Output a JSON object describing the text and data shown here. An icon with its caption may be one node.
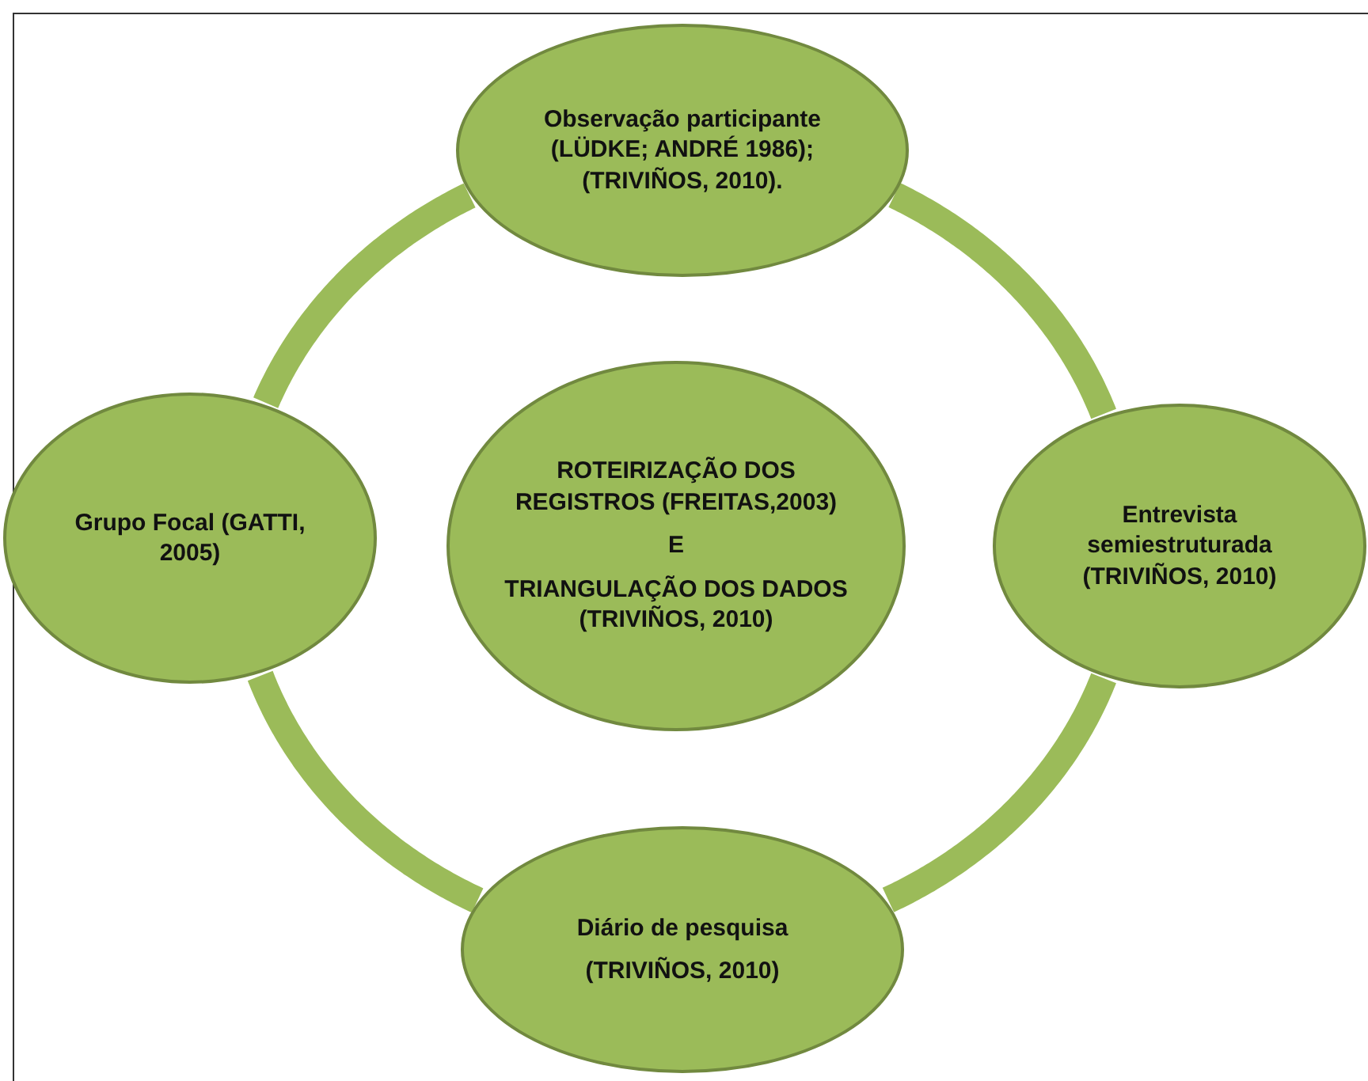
{
  "diagram": {
    "nodes": [
      {
        "text": [
          "Observação participante (LÜDKE; ANDRÉ 1986); (TRIVIÑOS, 2010)."
        ]
      },
      {
        "text": [
          "Grupo Focal (GATTI, 2005)"
        ]
      },
      {
        "text": [
          "ROTEIRIZAÇÃO DOS REGISTROS (FREITAS,2003)",
          "E",
          "TRIANGULAÇÃO DOS DADOS (TRIVIÑOS, 2010)"
        ]
      },
      {
        "text": [
          "Entrevista semiestruturada (TRIVIÑOS, 2010)"
        ]
      },
      {
        "text": [
          "Diário de pesquisa",
          "(TRIVIÑOS, 2010)"
        ]
      }
    ],
    "edges": [
      {
        "from": 0,
        "to": 3,
        "arrow": "none"
      },
      {
        "from": 3,
        "to": 4,
        "arrow": "none"
      },
      {
        "from": 4,
        "to": 1,
        "arrow": "none"
      },
      {
        "from": 1,
        "to": 0,
        "arrow": "none"
      }
    ]
  }
}
